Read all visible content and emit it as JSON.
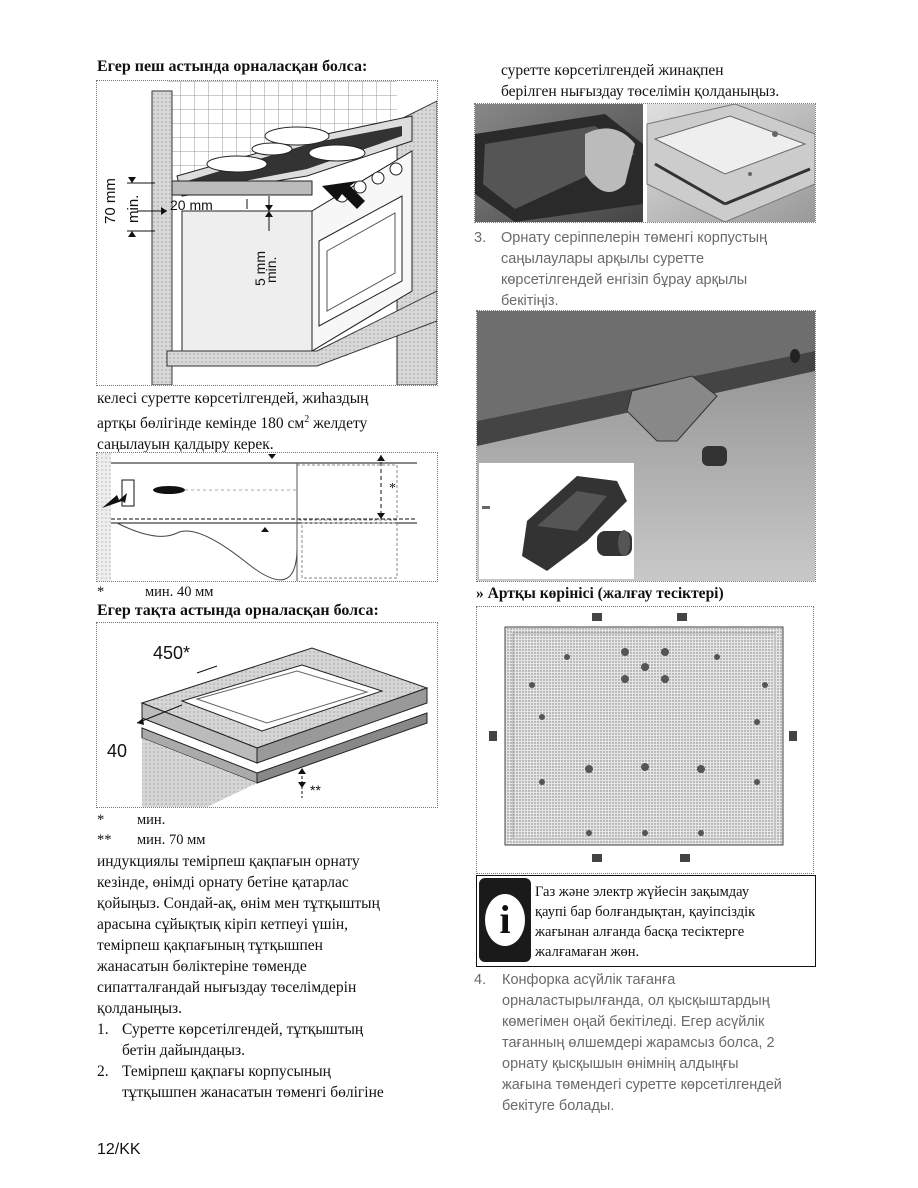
{
  "left": {
    "heading_oven": "Егер пеш астында орналасқан болса:",
    "fig1_labels": {
      "h70": "70 mm",
      "hmin": "min.",
      "w20": "20 mm",
      "v5": "5 mm",
      "vmin": "min."
    },
    "para_vent_1": "келесі суретте көрсетілгендей, жиһаздың",
    "para_vent_2": "артқы бөлігінде кемінде 180 см",
    "para_vent_sup": "2",
    "para_vent_3": " желдету",
    "para_vent_4": "саңылауын қалдыру керек.",
    "fig2_star": "*",
    "note_star": "*",
    "note_star_text": "мин. 40 мм",
    "heading_counter": "Егер тақта астында орналасқан болса:",
    "fig3_labels": {
      "w450": "450*",
      "w40": "40",
      "dstar": "**"
    },
    "note1_mark": "*",
    "note1_text": "мин.",
    "note2_mark": "**",
    "note2_text": "мин. 70 мм",
    "para_lines": [
      "индукциялы темірпеш қақпағын орнату",
      "кезінде, өнімді орнату бетіне қатарлас",
      "қойыңыз. Сондай-ақ, өнім мен тұтқыштың",
      "арасына сұйықтық кіріп кетпеуі үшін,",
      "темірпеш қақпағының тұтқышпен",
      "жанасатын бөліктеріне төменде",
      "сипатталғандай нығыздау төселімдерін",
      "қолданыңыз."
    ],
    "step1_num": "1.",
    "step1_lines": [
      "Суретте көрсетілгендей, тұтқыштың",
      "бетін дайындаңыз."
    ],
    "step2_num": "2.",
    "step2_lines": [
      "Темірпеш қақпағы корпусының",
      "тұтқышпен жанасатын төменгі бөлігіне"
    ]
  },
  "right": {
    "top_lines": [
      "суретте көрсетілгендей жинақпен",
      "берілген нығыздау төселімін қолданыңыз."
    ],
    "step3_num": "3.",
    "step3_lines": [
      "Орнату серіппелерін төменгі корпустың",
      "саңылаулары арқылы суретте",
      "көрсетілгендей енгізіп бұрау арқылы",
      "бекітіңіз."
    ],
    "rear_heading": "» Артқы көрінісі (жалғау тесіктері)",
    "warning_lines": [
      "Газ және электр жүйесін зақымдау",
      "қаупі бар болғандықтан, қауіпсіздік",
      "жағынан алғанда басқа тесіктерге",
      "жалғамаған жөн."
    ],
    "warning_icon_letter": "i",
    "step4_num": "4.",
    "step4_lines": [
      "Конфорка асүйлік тағанға",
      "орналастырылғанда, ол қысқыштардың",
      "көмегімен оңай бекітіледі. Егер асүйлік",
      "тағанның өлшемдері жарамсыз болса, 2",
      "орнату қысқышын өнімнің алдыңғы",
      "жағына төмендегі суретте көрсетілгендей",
      "бекітуге болады."
    ]
  },
  "footer": {
    "page": "12/KK"
  }
}
